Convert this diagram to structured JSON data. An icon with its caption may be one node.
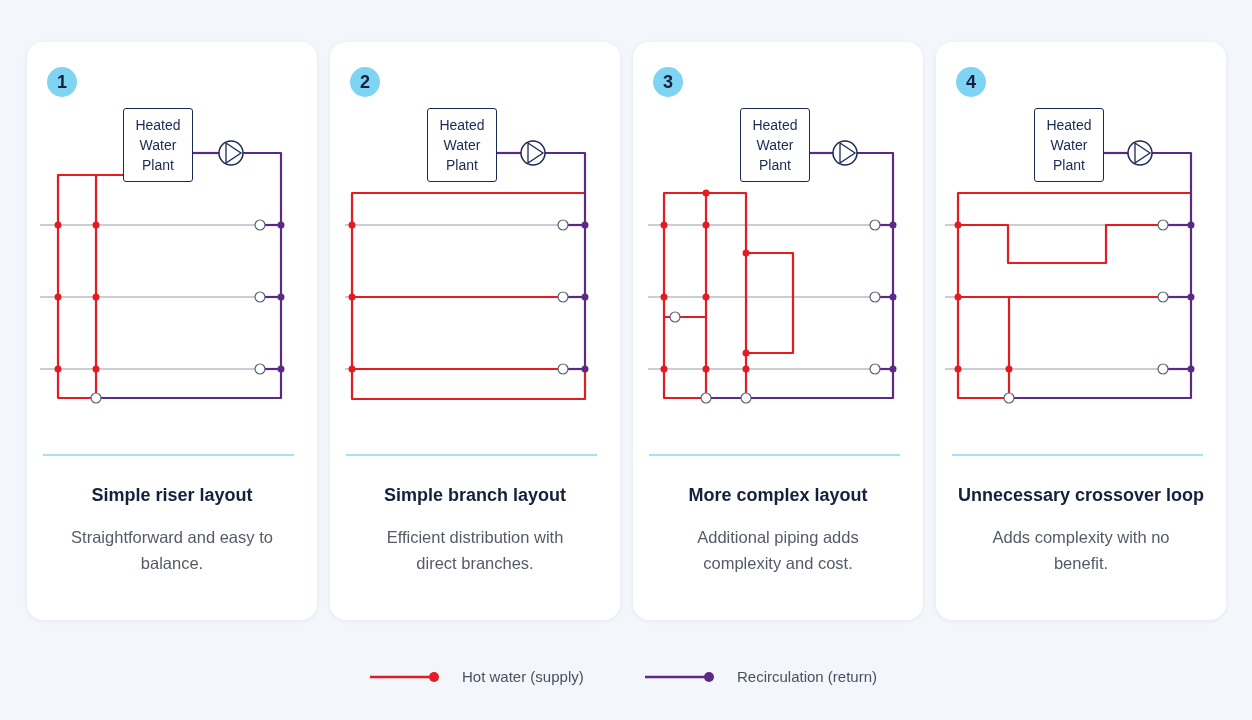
{
  "diagram": {
    "nodes": [
      {
        "text": [
          "Simple riser layout",
          "Straightforward and easy to balance."
        ]
      },
      {
        "text": [
          "1"
        ],
        "in": 0
      },
      {
        "text": [
          "Heated Water Plant"
        ],
        "in": 0
      },
      {
        "text": [
          "Simple branch layout",
          "Efficient distribution with direct branches."
        ]
      },
      {
        "text": [
          "2"
        ],
        "in": 3
      },
      {
        "text": [
          "Heated Water Plant"
        ],
        "in": 3
      },
      {
        "text": [
          "More complex layout",
          "Additional piping adds complexity and cost."
        ]
      },
      {
        "text": [
          "3"
        ],
        "in": 6
      },
      {
        "text": [
          "Heated Water Plant"
        ],
        "in": 6
      },
      {
        "text": [
          "Unnecessary crossover loop",
          "Adds complexity with no benefit."
        ]
      },
      {
        "text": [
          "4"
        ],
        "in": 9
      },
      {
        "text": [
          "Heated Water Plant"
        ],
        "in": 9
      }
    ],
    "legend": [
      {
        "text": "Hot water (supply)"
      },
      {
        "text": "Recirculation (return)"
      }
    ]
  }
}
